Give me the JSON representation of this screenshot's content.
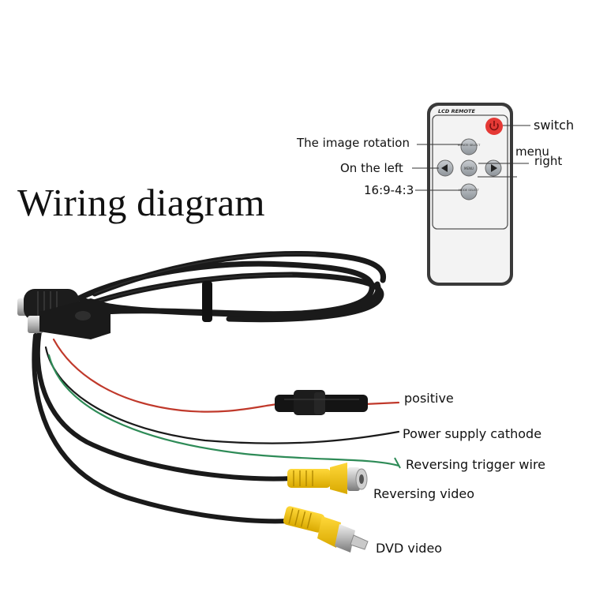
{
  "title": "Wiring diagram",
  "remote": {
    "brand_label": "LCD REMOTE",
    "buttons": {
      "up": "ROTATE SELECT",
      "center": "MENU",
      "down": "MODE SELECT"
    },
    "callouts": {
      "switch": "switch",
      "image_rotation": "The image rotation",
      "menu": "menu",
      "on_the_left": "On the left",
      "right": "right",
      "aspect": "16:9-4:3"
    }
  },
  "wires": {
    "positive": "positive",
    "power_cathode": "Power supply cathode",
    "trigger": "Reversing trigger wire",
    "rev_video": "Reversing video",
    "dvd_video": "DVD video"
  },
  "colors": {
    "cable": "#1a1a1a",
    "red_wire": "#c0392b",
    "green_wire": "#2e8b57",
    "rca_yellow": "#f2c400",
    "power_button": "#e53935",
    "remote_body": "#f3f3f3",
    "remote_button": "#9aa0a6"
  }
}
